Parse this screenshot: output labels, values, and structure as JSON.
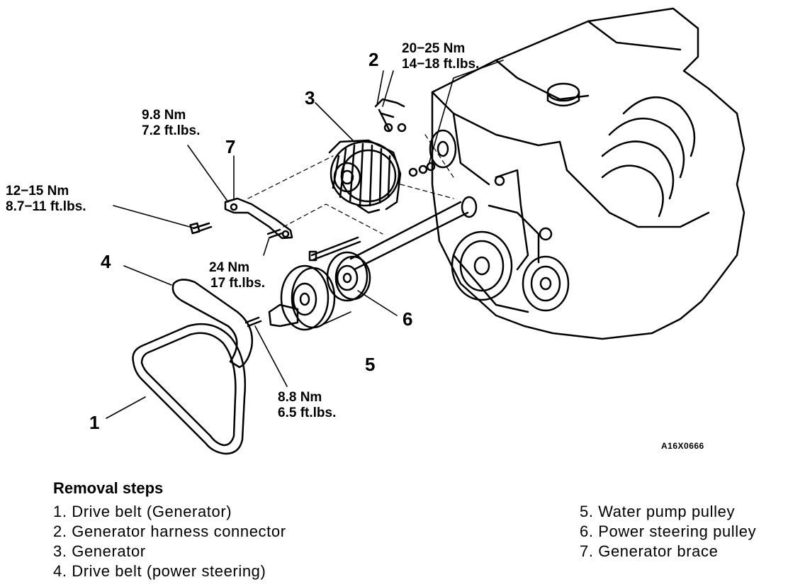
{
  "labels": {
    "n1": "1",
    "n2": "2",
    "n3": "3",
    "n4": "4",
    "n5": "5",
    "n6": "6",
    "n7": "7"
  },
  "torques": {
    "t_2025": [
      "20−25 Nm",
      "14−18 ft.lbs."
    ],
    "t_98": [
      "9.8 Nm",
      "7.2 ft.lbs."
    ],
    "t_1215": [
      "12−15 Nm",
      "8.7−11 ft.lbs."
    ],
    "t_24": [
      "24 Nm",
      "17 ft.lbs."
    ],
    "t_88": [
      "8.8 Nm",
      "6.5 ft.lbs."
    ]
  },
  "figure_code": "A16X0666",
  "removal_steps": {
    "title": "Removal steps",
    "left": [
      "1. Drive belt (Generator)",
      "2. Generator harness connector",
      "3. Generator",
      "4. Drive belt (power steering)"
    ],
    "right": [
      "5. Water pump pulley",
      "6. Power steering pulley",
      "7. Generator brace"
    ]
  }
}
